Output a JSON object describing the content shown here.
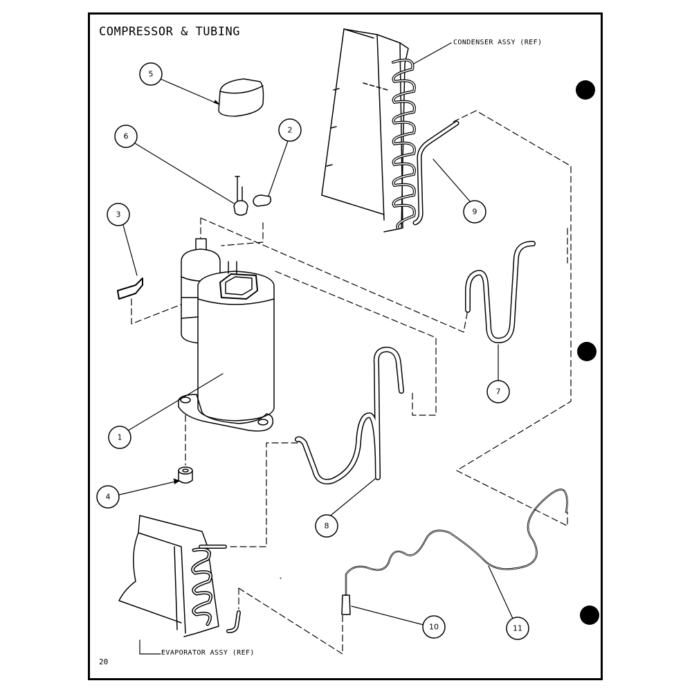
{
  "title": "COMPRESSOR & TUBING",
  "labels": {
    "condenser": "CONDENSER ASSY (REF)",
    "evaporator": "EVAPORATOR ASSY (REF)"
  },
  "page_number": "20",
  "callouts": [
    {
      "id": "1"
    },
    {
      "id": "2"
    },
    {
      "id": "3"
    },
    {
      "id": "4"
    },
    {
      "id": "5"
    },
    {
      "id": "6"
    },
    {
      "id": "7"
    },
    {
      "id": "8"
    },
    {
      "id": "9"
    },
    {
      "id": "10"
    },
    {
      "id": "11"
    }
  ],
  "colors": {
    "ink": "#000000",
    "paper": "#ffffff"
  }
}
